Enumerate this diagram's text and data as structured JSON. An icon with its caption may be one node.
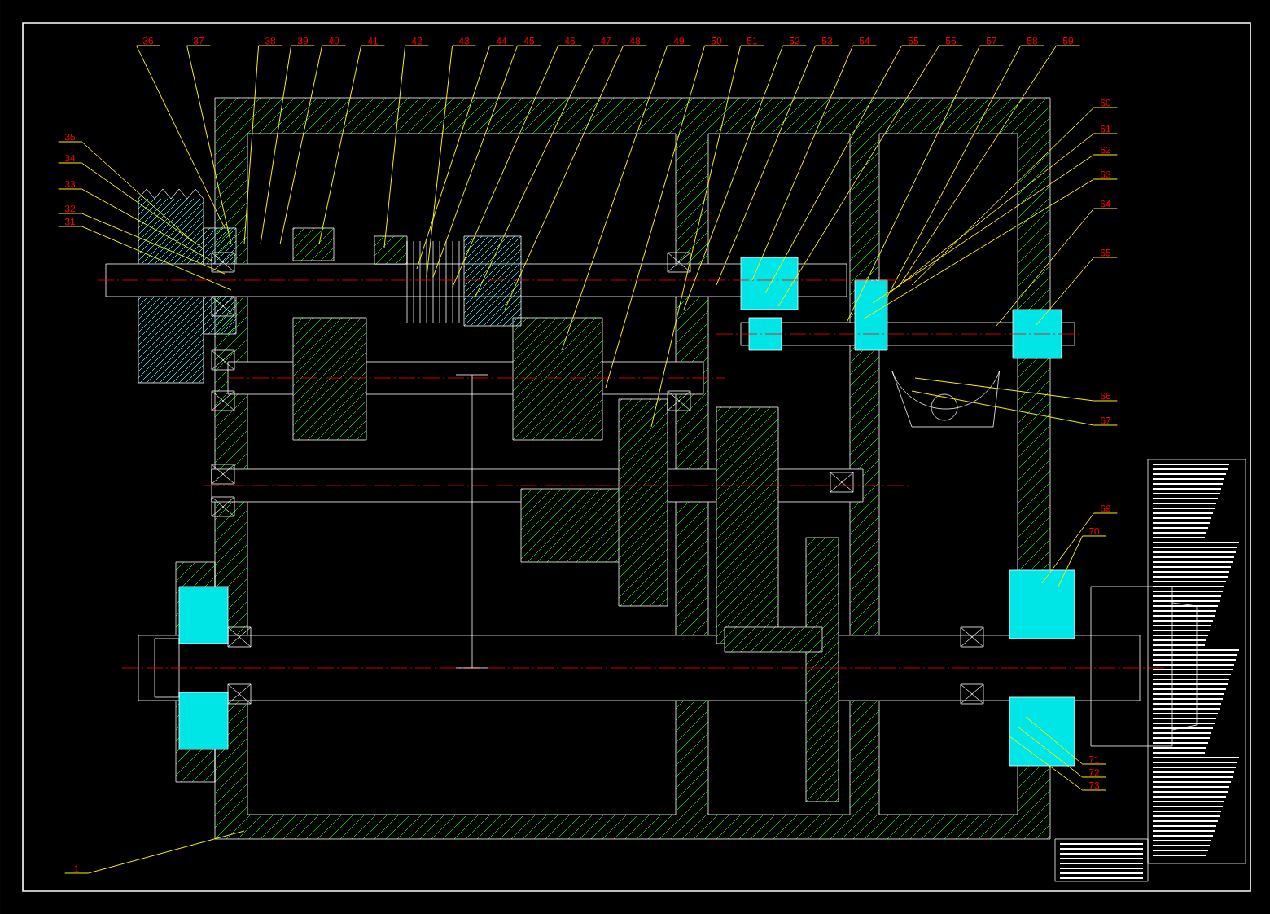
{
  "diagram": {
    "nodes": [
      {
        "text": [
          "36"
        ]
      },
      {
        "text": [
          "37"
        ]
      },
      {
        "text": [
          "38"
        ]
      },
      {
        "text": [
          "39"
        ]
      },
      {
        "text": [
          "40"
        ]
      },
      {
        "text": [
          "41"
        ]
      },
      {
        "text": [
          "42"
        ]
      },
      {
        "text": [
          "43"
        ]
      },
      {
        "text": [
          "44"
        ]
      },
      {
        "text": [
          "45"
        ]
      },
      {
        "text": [
          "46"
        ]
      },
      {
        "text": [
          "47"
        ]
      },
      {
        "text": [
          "48"
        ]
      },
      {
        "text": [
          "49"
        ]
      },
      {
        "text": [
          "50"
        ]
      },
      {
        "text": [
          "51"
        ]
      },
      {
        "text": [
          "52"
        ]
      },
      {
        "text": [
          "53"
        ]
      },
      {
        "text": [
          "54"
        ]
      },
      {
        "text": [
          "55"
        ]
      },
      {
        "text": [
          "56"
        ]
      },
      {
        "text": [
          "57"
        ]
      },
      {
        "text": [
          "58"
        ]
      },
      {
        "text": [
          "59"
        ]
      },
      {
        "text": [
          "35"
        ]
      },
      {
        "text": [
          "34"
        ]
      },
      {
        "text": [
          "33"
        ]
      },
      {
        "text": [
          "32"
        ]
      },
      {
        "text": [
          "31"
        ]
      },
      {
        "text": [
          "60"
        ]
      },
      {
        "text": [
          "61"
        ]
      },
      {
        "text": [
          "62"
        ]
      },
      {
        "text": [
          "63"
        ]
      },
      {
        "text": [
          "64"
        ]
      },
      {
        "text": [
          "65"
        ]
      },
      {
        "text": [
          "66"
        ]
      },
      {
        "text": [
          "67"
        ]
      },
      {
        "text": [
          "69"
        ]
      },
      {
        "text": [
          "70"
        ]
      },
      {
        "text": [
          "71"
        ]
      },
      {
        "text": [
          "72"
        ]
      },
      {
        "text": [
          "73"
        ]
      },
      {
        "text": [
          "1"
        ]
      }
    ],
    "edges": [
      {
        "from": 0,
        "to": null,
        "arrow": "none"
      },
      {
        "from": 1,
        "to": null,
        "arrow": "none"
      },
      {
        "from": 2,
        "to": null,
        "arrow": "none"
      },
      {
        "from": 3,
        "to": null,
        "arrow": "none"
      },
      {
        "from": 4,
        "to": null,
        "arrow": "none"
      },
      {
        "from": 5,
        "to": null,
        "arrow": "none"
      },
      {
        "from": 6,
        "to": null,
        "arrow": "none"
      },
      {
        "from": 7,
        "to": null,
        "arrow": "none"
      },
      {
        "from": 8,
        "to": null,
        "arrow": "none"
      },
      {
        "from": 9,
        "to": null,
        "arrow": "none"
      },
      {
        "from": 10,
        "to": null,
        "arrow": "none"
      },
      {
        "from": 11,
        "to": null,
        "arrow": "none"
      },
      {
        "from": 12,
        "to": null,
        "arrow": "none"
      },
      {
        "from": 13,
        "to": null,
        "arrow": "none"
      },
      {
        "from": 14,
        "to": null,
        "arrow": "none"
      },
      {
        "from": 15,
        "to": null,
        "arrow": "none"
      },
      {
        "from": 16,
        "to": null,
        "arrow": "none"
      },
      {
        "from": 17,
        "to": null,
        "arrow": "none"
      },
      {
        "from": 18,
        "to": null,
        "arrow": "none"
      },
      {
        "from": 19,
        "to": null,
        "arrow": "none"
      },
      {
        "from": 20,
        "to": null,
        "arrow": "none"
      },
      {
        "from": 21,
        "to": null,
        "arrow": "none"
      },
      {
        "from": 22,
        "to": null,
        "arrow": "none"
      },
      {
        "from": 23,
        "to": null,
        "arrow": "none"
      },
      {
        "from": 24,
        "to": null,
        "arrow": "none"
      },
      {
        "from": 25,
        "to": null,
        "arrow": "none"
      },
      {
        "from": 26,
        "to": null,
        "arrow": "none"
      },
      {
        "from": 27,
        "to": null,
        "arrow": "none"
      },
      {
        "from": 28,
        "to": null,
        "arrow": "none"
      },
      {
        "from": 29,
        "to": null,
        "arrow": "none"
      },
      {
        "from": 30,
        "to": null,
        "arrow": "none"
      },
      {
        "from": 31,
        "to": null,
        "arrow": "none"
      },
      {
        "from": 32,
        "to": null,
        "arrow": "none"
      },
      {
        "from": 33,
        "to": null,
        "arrow": "none"
      },
      {
        "from": 34,
        "to": null,
        "arrow": "none"
      },
      {
        "from": 35,
        "to": null,
        "arrow": "none"
      },
      {
        "from": 36,
        "to": null,
        "arrow": "none"
      },
      {
        "from": 37,
        "to": null,
        "arrow": "none"
      },
      {
        "from": 38,
        "to": null,
        "arrow": "none"
      },
      {
        "from": 39,
        "to": null,
        "arrow": "none"
      },
      {
        "from": 40,
        "to": null,
        "arrow": "none"
      },
      {
        "from": 41,
        "to": null,
        "arrow": "none"
      },
      {
        "from": 42,
        "to": null,
        "arrow": "none"
      }
    ]
  }
}
